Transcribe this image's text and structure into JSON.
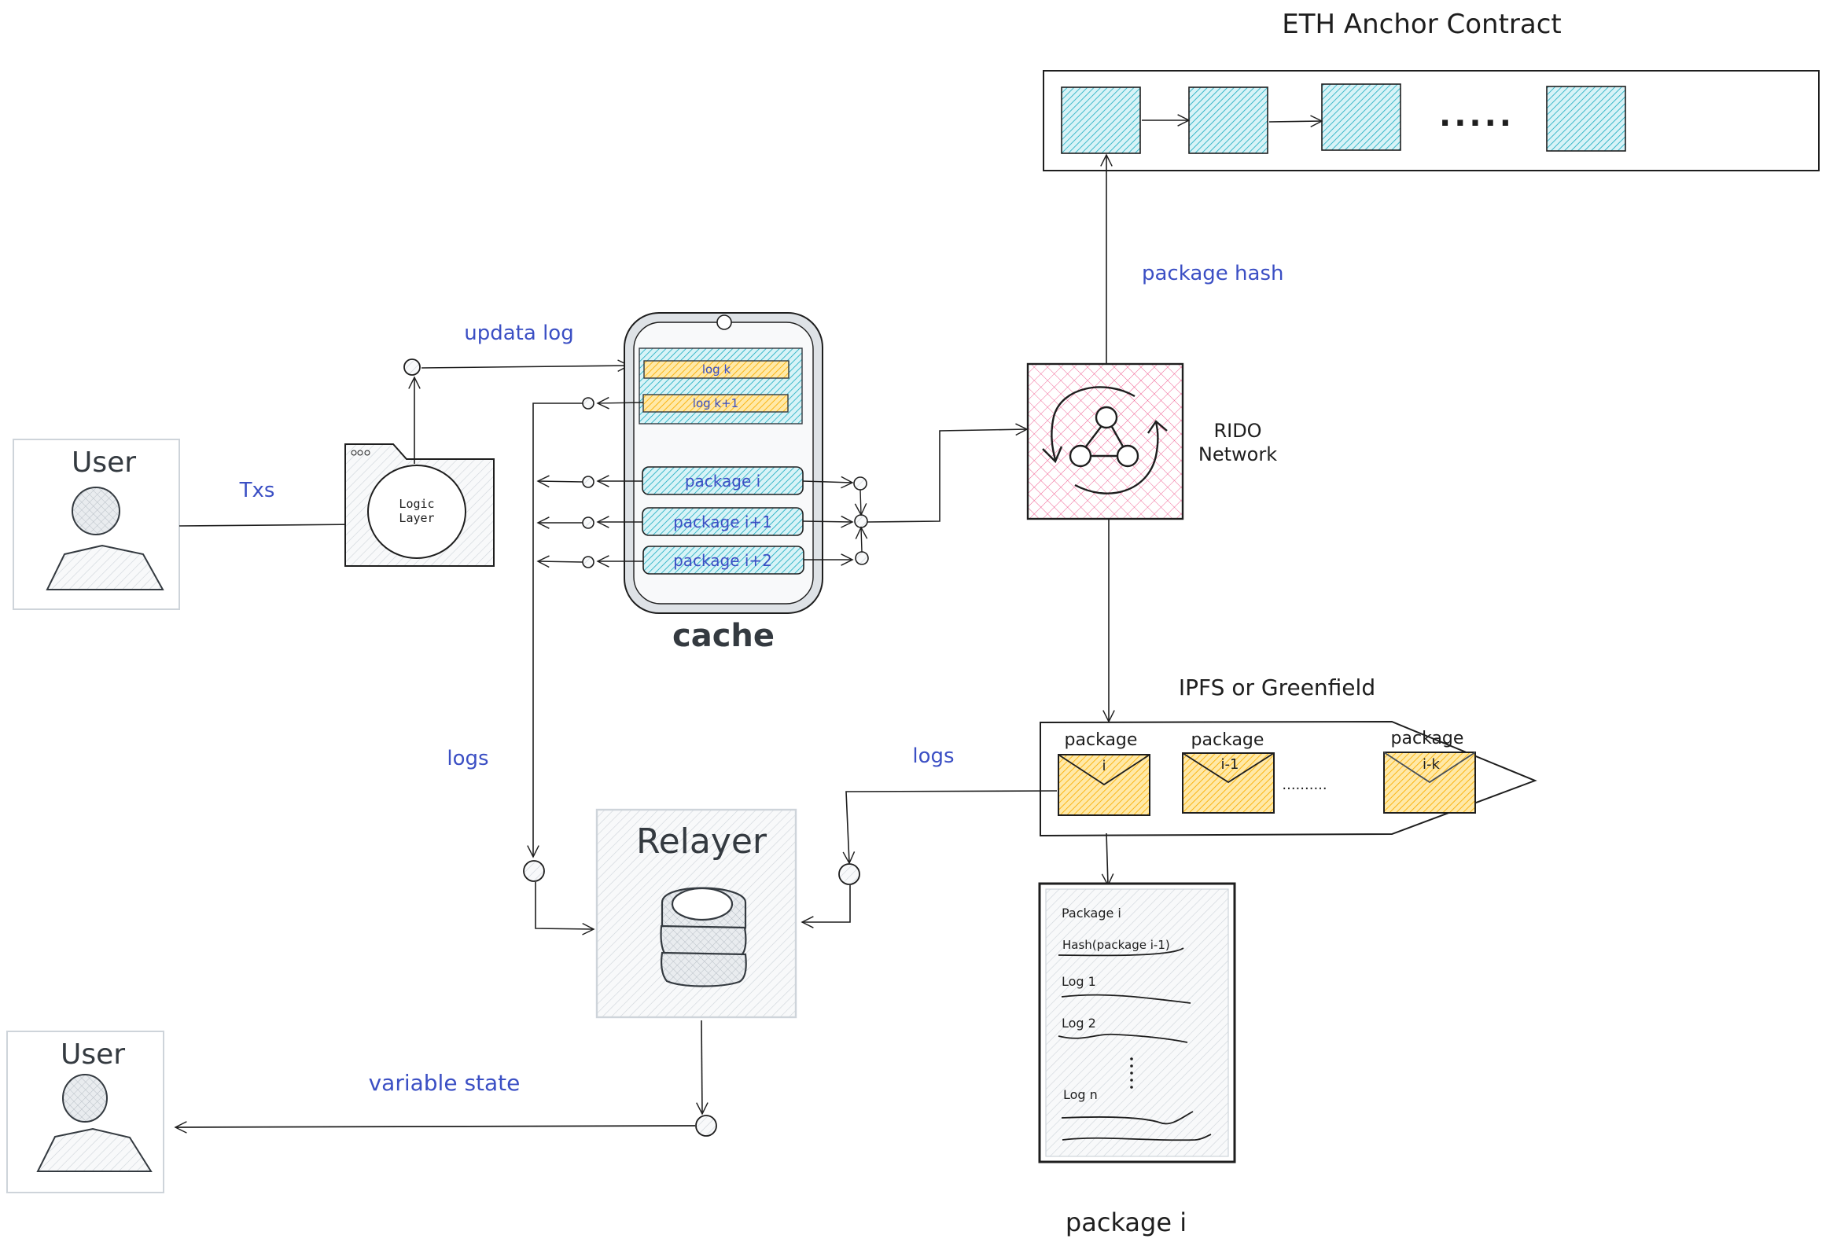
{
  "title": "ETH Anchor Contract",
  "colors": {
    "label_blue": "#3b4fc4",
    "cyan_fill": "#15aabf",
    "yellow_fill": "#fab005",
    "pink_fill": "#e64980",
    "gray_fill": "#ced4da",
    "stroke": "#1e1e1e"
  },
  "user_top": {
    "label": "User",
    "icon": "user-icon"
  },
  "user_bottom": {
    "label": "User",
    "icon": "user-icon"
  },
  "logic_layer": {
    "label_line1": "Logic",
    "label_line2": "Layer",
    "icon": "browser-window-icon"
  },
  "cache": {
    "label": "cache",
    "logs": [
      "log k",
      "log k+1"
    ],
    "packages": [
      "package i",
      "package i+1",
      "package i+2"
    ]
  },
  "rido": {
    "label_line1": "RIDO",
    "label_line2": "Network",
    "icon": "network-sync-icon"
  },
  "eth_contract": {
    "blocks": 4,
    "ellipsis": "....."
  },
  "storage": {
    "title": "IPFS or Greenfield",
    "packages": [
      {
        "label": "package",
        "index": "i"
      },
      {
        "label": "package",
        "index": "i-1"
      },
      {
        "label": "package",
        "index": "i-k"
      }
    ],
    "ellipsis": ".........."
  },
  "relayer": {
    "label": "Relayer",
    "icon": "database-icon"
  },
  "package_doc": {
    "title": "Package i",
    "hash_line": "Hash(package i-1)",
    "logs": [
      "Log 1",
      "Log 2",
      "Log n"
    ],
    "caption": "package i"
  },
  "edges": {
    "txs": "Txs",
    "update_log": "updata log",
    "package_hash": "package hash",
    "logs_left": "logs",
    "logs_right": "logs",
    "variable_state": "variable state"
  }
}
